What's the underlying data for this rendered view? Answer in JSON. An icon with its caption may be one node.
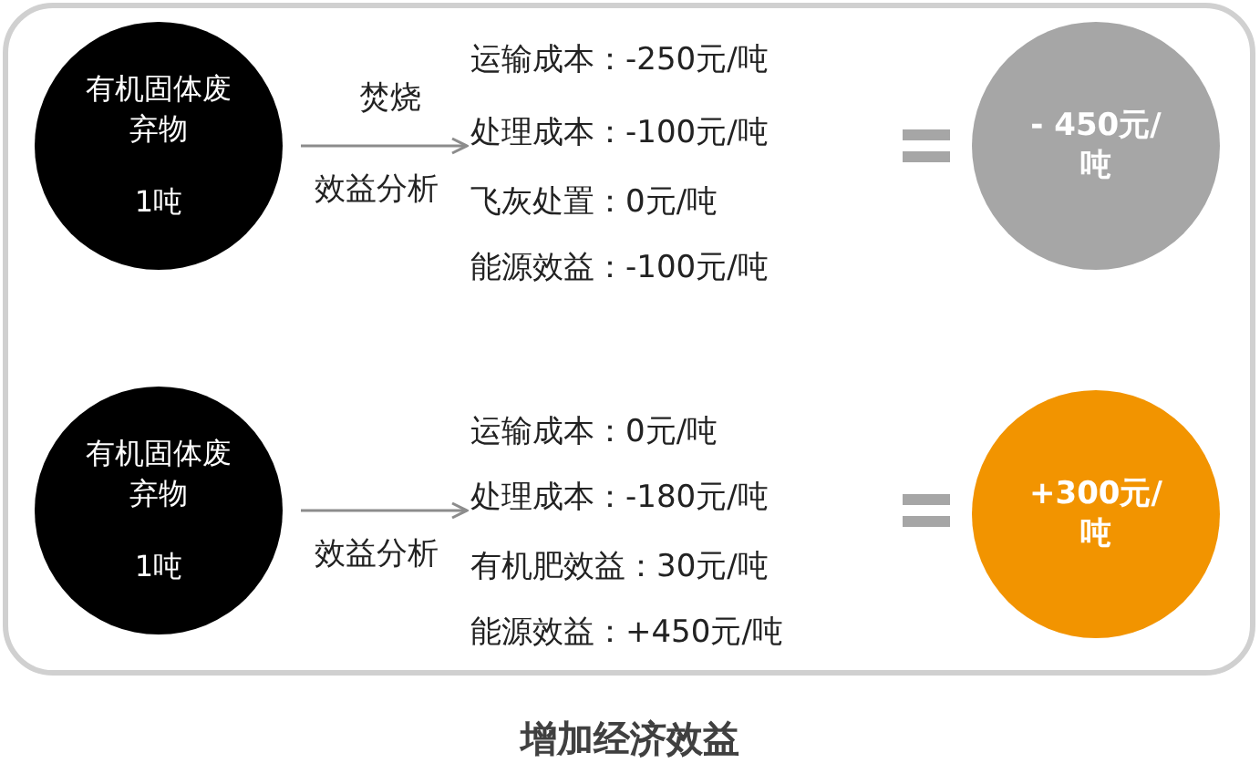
{
  "diagram": {
    "caption": "增加经济效益",
    "nodes": [
      {
        "text": [
          "有机固体废弃物",
          "1吨"
        ]
      },
      {
        "text": [
          "运输成本：-250元/吨",
          "处理成本：-100元/吨",
          "飞灰处置：0元/吨",
          "能源效益：-100元/吨"
        ]
      },
      {
        "text": [
          "- 450元/吨"
        ]
      },
      {
        "text": [
          "有机固体废弃物",
          "1吨"
        ]
      },
      {
        "text": [
          "运输成本：0元/吨",
          "处理成本：-180元/吨",
          "有机肥效益：30元/吨",
          "能源效益：+450元/吨"
        ]
      },
      {
        "text": [
          "+300元/吨"
        ]
      }
    ],
    "edges": [
      {
        "from": 0,
        "to": 1,
        "arrow": "to",
        "label": "效益分析"
      },
      {
        "from": 3,
        "to": 4,
        "arrow": "to",
        "label": "效益分析"
      }
    ],
    "labels": [
      "焚烧"
    ]
  }
}
